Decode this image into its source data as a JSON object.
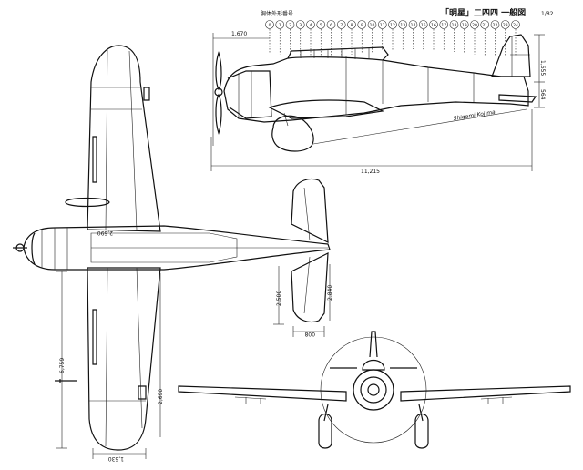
{
  "title": "「明星」二四四 一般図",
  "fuselage_station_label": "胴体外形番号",
  "scale_note": "1/82",
  "station_numbers": [
    "0",
    "1",
    "2",
    "3",
    "4",
    "5",
    "6",
    "7",
    "8",
    "9",
    "10",
    "11",
    "12",
    "13",
    "14",
    "15",
    "16",
    "17",
    "18",
    "19",
    "20",
    "21",
    "22",
    "23",
    "24"
  ],
  "dimensions": {
    "overall_length": "11,215",
    "nose_to_station": "1,670",
    "tail_height_upper": "1,655",
    "tail_height_lower": "564",
    "stab_chord_root": "2,500",
    "stab_span_half": "2,840",
    "elevator_width": "008",
    "wing_semispan": "6,759",
    "wing_mid": "2,690",
    "wing_chord": "1,630",
    "fuselage_plan": "2,690"
  },
  "signature": "Shigemi Kojima"
}
